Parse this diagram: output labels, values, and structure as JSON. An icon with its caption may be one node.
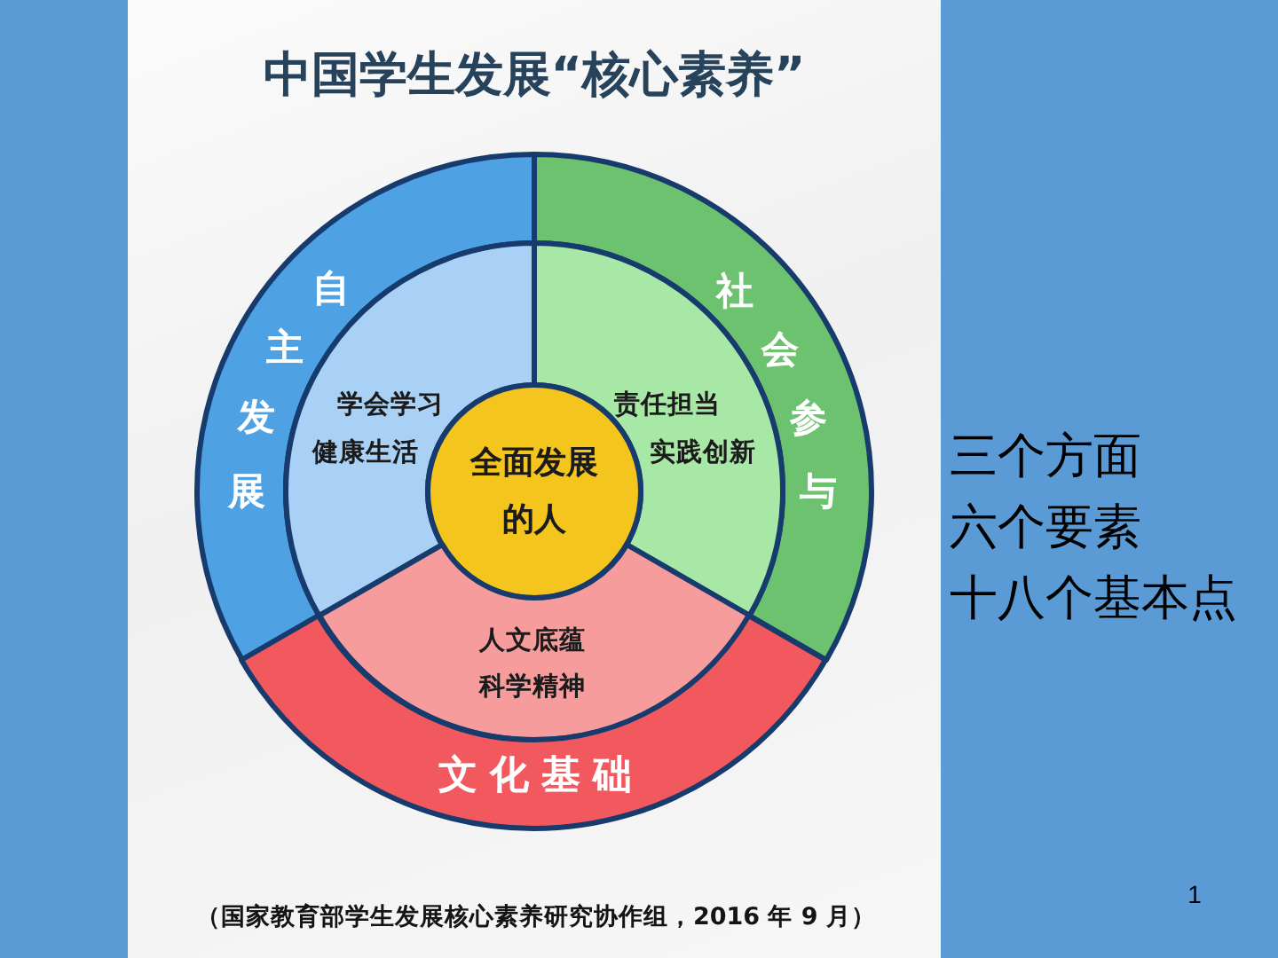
{
  "diagram": {
    "title": "中国学生发展“核心素养”",
    "nodes": [
      {
        "text": [
          "自主发展"
        ]
      },
      {
        "text": [
          "社会参与"
        ]
      },
      {
        "text": [
          "学会学习",
          "健康生活"
        ]
      },
      {
        "text": [
          "责任担当",
          "实践创新"
        ]
      },
      {
        "text": [
          "全面发展的人"
        ]
      },
      {
        "text": [
          "人文底蕴",
          "科学精神"
        ]
      },
      {
        "text": [
          "文化基础"
        ]
      }
    ],
    "labels": [
      "三个方面",
      "六个要素",
      "十八个基本点",
      "1"
    ],
    "caption": "（国家教育部学生发展核心素养研究协作组，2016 年 9 月）"
  }
}
